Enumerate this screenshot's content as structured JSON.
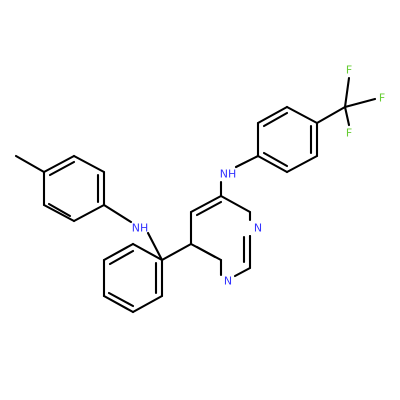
{
  "molecule": {
    "atom_labels": [
      {
        "id": "nh1",
        "text": "NH"
      },
      {
        "id": "nh2",
        "text": "NH"
      },
      {
        "id": "n1",
        "text": "N"
      },
      {
        "id": "n2",
        "text": "N"
      },
      {
        "id": "f1",
        "text": "F"
      },
      {
        "id": "f2",
        "text": "F"
      },
      {
        "id": "f3",
        "text": "F"
      }
    ],
    "colors": {
      "bond": "#000000",
      "nitrogen": "#3333ff",
      "fluorine": "#66cc33",
      "background": "#ffffff"
    }
  }
}
